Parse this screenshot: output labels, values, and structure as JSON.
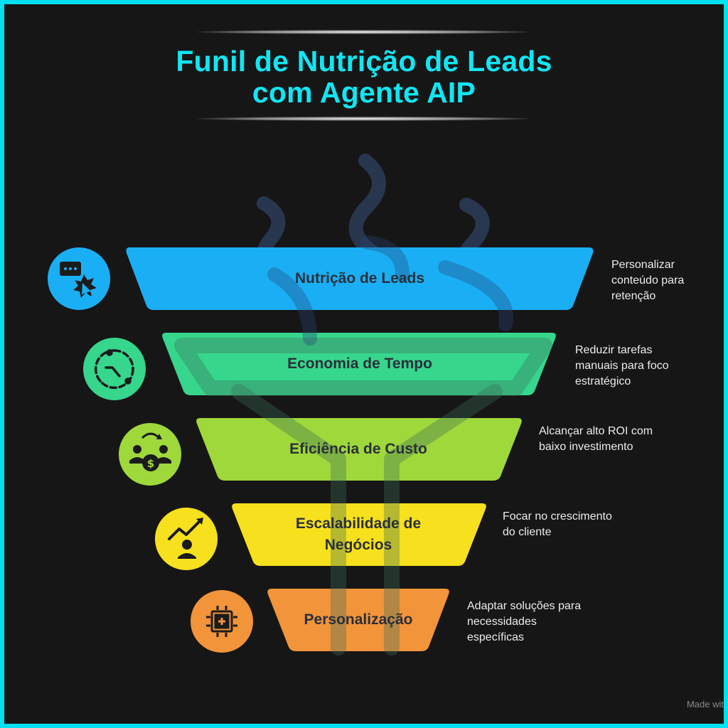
{
  "title": {
    "line1": "Funil de Nutrição de Leads",
    "line2": "com Agente AIP"
  },
  "stages": [
    {
      "label": "Nutrição de Leads",
      "description_lines": [
        "Personalizar",
        "conteúdo para",
        "retenção"
      ],
      "color": "#1aaff5",
      "icon": "chat-cursor-icon"
    },
    {
      "label": "Economia de Tempo",
      "description_lines": [
        "Reduzir tarefas",
        "manuais para foco",
        "estratégico"
      ],
      "color": "#36d68c",
      "icon": "clock-cycle-icon"
    },
    {
      "label": "Eficiência de Custo",
      "description_lines": [
        "Alcançar alto ROI com",
        "baixo investimento"
      ],
      "color": "#9fd83a",
      "icon": "team-money-icon"
    },
    {
      "label_lines": [
        "Escalabilidade de",
        "Negócios"
      ],
      "description_lines": [
        "Focar no crescimento",
        "do cliente"
      ],
      "color": "#f7e01d",
      "icon": "growth-person-icon"
    },
    {
      "label": "Personalização",
      "description_lines": [
        "Adaptar soluções para",
        "necessidades",
        "específicas"
      ],
      "color": "#f2943a",
      "icon": "chip-plus-icon"
    }
  ],
  "watermark": "Made wit"
}
